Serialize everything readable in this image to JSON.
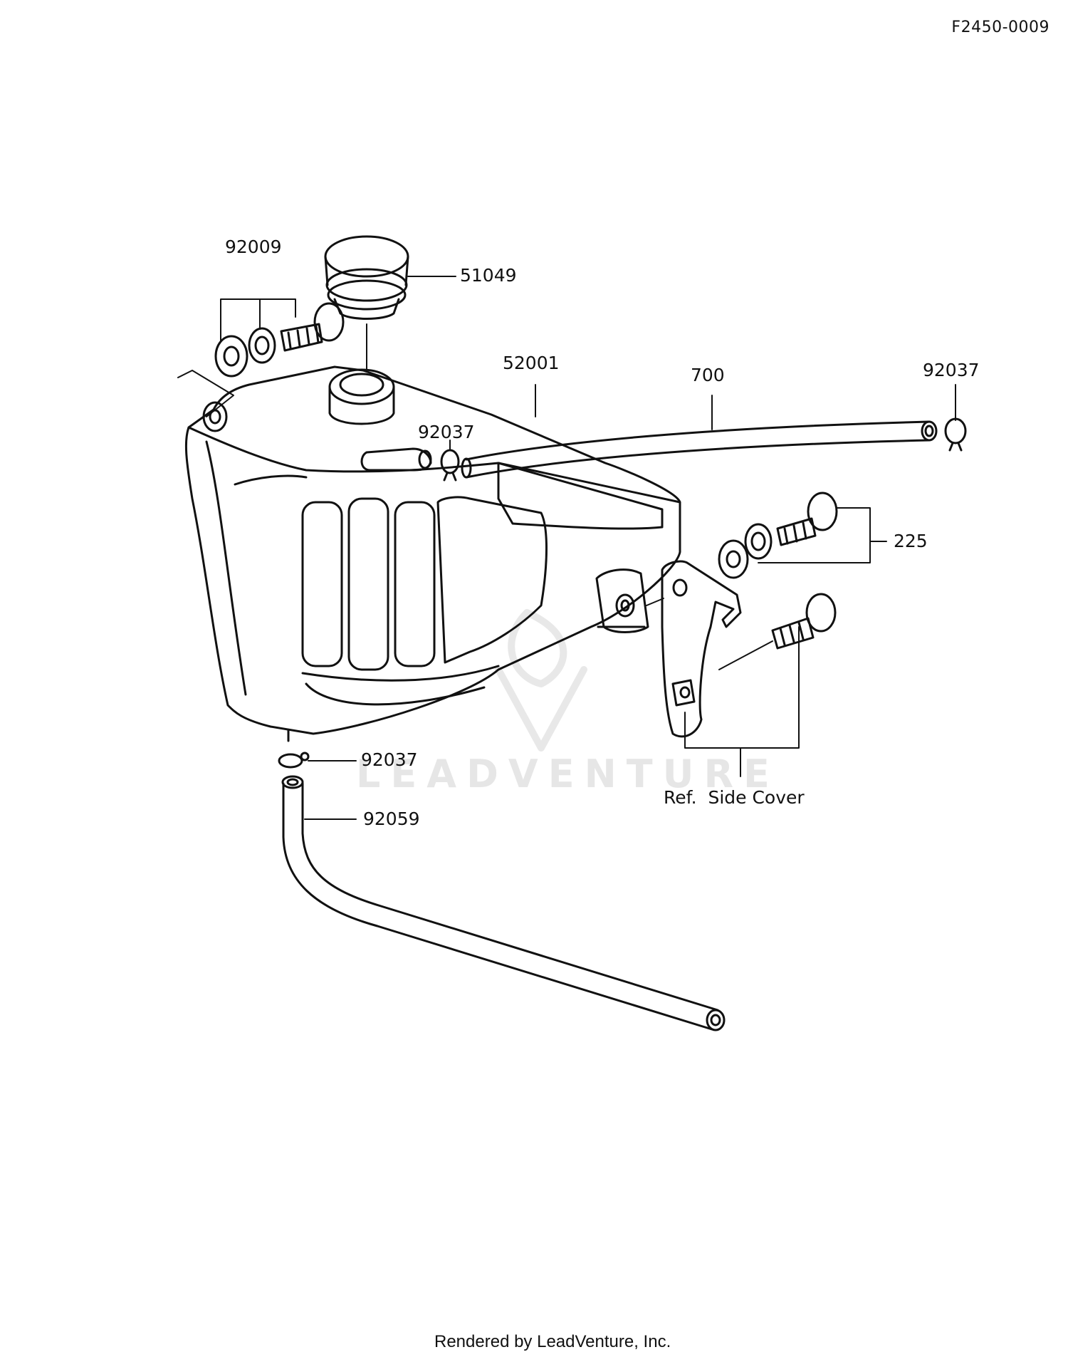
{
  "diagram_code": "F2450-0009",
  "watermark": "LEADVENTURE",
  "parts": [
    {
      "id": "92009",
      "name": "bolt-washer-set"
    },
    {
      "id": "51049",
      "name": "filler-cap"
    },
    {
      "id": "52001",
      "name": "reservoir-tank"
    },
    {
      "id": "700",
      "name": "overflow-hose"
    },
    {
      "id": "92037",
      "name": "hose-clip-top-right"
    },
    {
      "id": "92037",
      "name": "hose-clip-tank-nozzle"
    },
    {
      "id": "225",
      "name": "mounting-bolt-washers"
    },
    {
      "id": "92037",
      "name": "hose-clip-bottom"
    },
    {
      "id": "92059",
      "name": "drain-hose"
    }
  ],
  "reference_label": "Ref.  Side Cover",
  "footer": "Rendered by LeadVenture, Inc."
}
